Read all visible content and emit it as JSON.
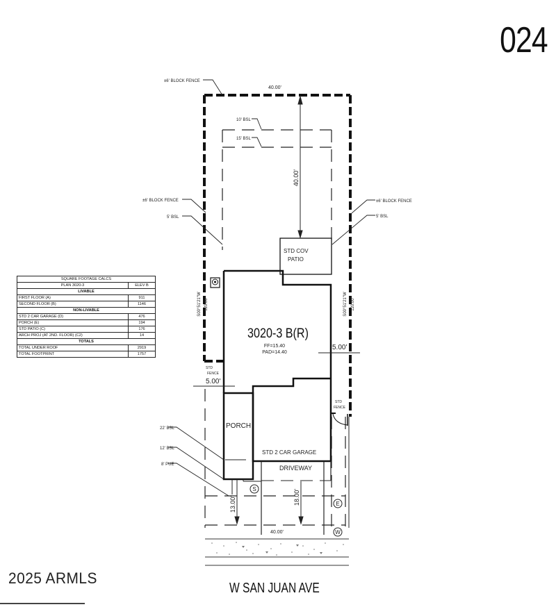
{
  "header": {
    "lot_number": "024"
  },
  "footer": {
    "copyright": "2025 ARMLS",
    "street_name": "W SAN JUAN AVE"
  },
  "plan": {
    "house_label": "3020-3 B(R)",
    "ff": "FF=15.40",
    "pad": "PAD=14.40",
    "rooms": {
      "patio_line1": "STD COV",
      "patio_line2": "PATIO",
      "porch": "PORCH",
      "garage": "STD 2 CAR GARAGE",
      "driveway": "DRIVEWAY"
    },
    "dimensions": {
      "lot_width_top": "40.00'",
      "lot_width_bottom": "40.00'",
      "rear_setback": "40.00'",
      "side_left": "5.00'",
      "side_right": "5.00'",
      "front_porch": "13.00'",
      "front_driveway": "18.00'",
      "lot_depth_left": "120.00'",
      "lot_depth_right": "120.00'",
      "bearing_left": "S00°51'21\"W",
      "bearing_right": "S00°51'21\"W"
    },
    "callouts": {
      "top_fence": "±6' BLOCK FENCE",
      "bsl_10": "10' BSL",
      "bsl_15": "15' BSL",
      "left_fence": "±6' BLOCK FENCE",
      "left_bsl": "5' BSL",
      "right_fence": "±6' BLOCK FENCE",
      "right_bsl": "5' BSL",
      "std_fence_left_1": "STD",
      "std_fence_left_2": "FENCE",
      "std_fence_right_1": "STD",
      "std_fence_right_2": "FENCE",
      "bsl_22": "22' BSL",
      "bsl_12": "12' BSL",
      "pue_8": "8' PUE"
    },
    "utility_markers": {
      "sewer": "S",
      "electric": "E",
      "water": "W"
    }
  },
  "sqft_table": {
    "title": "SQUARE FOOTAGE CALCS",
    "plan": "PLAN 3020-3",
    "elevation": "ELEV B",
    "livable_header": "LIVABLE",
    "livable": [
      {
        "label": "FIRST FLOOR (A)",
        "value": "911"
      },
      {
        "label": "SECOND FLOOR (B)",
        "value": "1146"
      }
    ],
    "non_livable_header": "NON-LIVABLE",
    "non_livable": [
      {
        "label": "STD 2 CAR GARAGE (D)",
        "value": "476"
      },
      {
        "label": "PORCH (E)",
        "value": "194"
      },
      {
        "label": "STD PATIO (C)",
        "value": "176"
      },
      {
        "label": "ARCH PROJ (AT 2ND. FLOOR) (C2)",
        "value": "14"
      }
    ],
    "totals_header": "TOTALS",
    "totals": [
      {
        "label": "TOTAL UNDER ROOF",
        "value": "2919"
      },
      {
        "label": "TOTAL FOOTPRINT",
        "value": "1757"
      }
    ]
  }
}
